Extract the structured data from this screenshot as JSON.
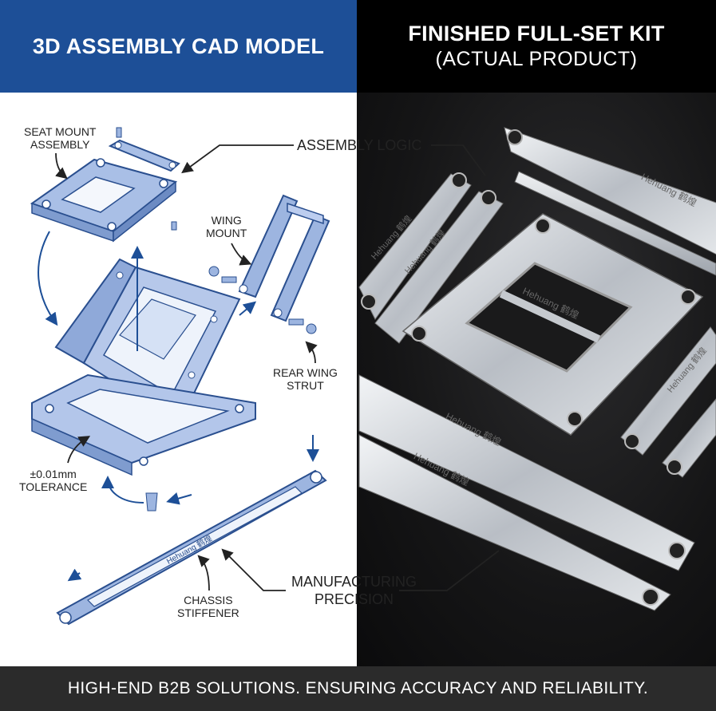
{
  "header": {
    "left_title": "3D ASSEMBLY CAD MODEL",
    "right_title": "FINISHED FULL-SET KIT",
    "right_subtitle": "(ACTUAL PRODUCT)"
  },
  "labels": {
    "seat_mount_1": "SEAT MOUNT",
    "seat_mount_2": "ASSEMBLY",
    "assembly_logic": "ASSEMBLY LOGIC",
    "wing_mount_1": "WING",
    "wing_mount_2": "MOUNT",
    "rear_wing_1": "REAR WING",
    "rear_wing_2": "STRUT",
    "tolerance_1": "±0.01mm",
    "tolerance_2": "TOLERANCE",
    "precision_1": "MANUFACTURING",
    "precision_2": "PRECISION",
    "stiffener_1": "CHASSIS",
    "stiffener_2": "STIFFENER"
  },
  "engraving": {
    "brand": "Hehuang 鹤煌"
  },
  "footer": {
    "tagline": "HIGH-END B2B SOLUTIONS. ENSURING ACCURACY AND RELIABILITY."
  },
  "colors": {
    "header_blue": "#1d4f97",
    "cad_blue": "#9db5e0",
    "cad_outline": "#2a4f8f",
    "metal": "#c9cdd2",
    "footer_bg": "#2b2b2b"
  }
}
